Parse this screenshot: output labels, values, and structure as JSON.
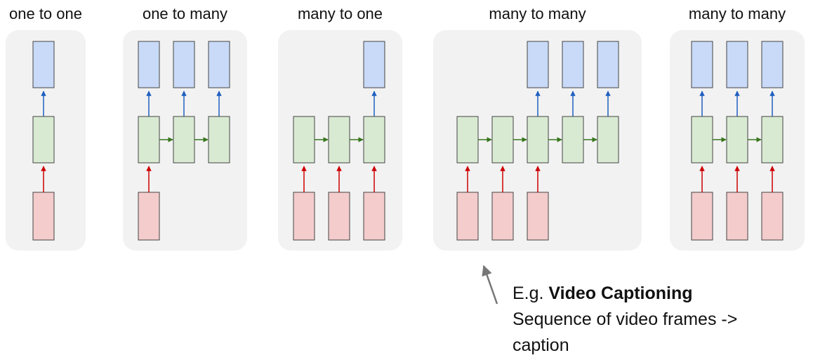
{
  "colors": {
    "panel_background": "#f2f2f2",
    "output_box_fill": "#c9daf8",
    "hidden_box_fill": "#d9ead3",
    "input_box_fill": "#f4cccc",
    "box_stroke": "#444444",
    "output_arrow": "#1f5fbf",
    "recurrent_arrow": "#38761d",
    "input_arrow": "#cc0000",
    "pointer_arrow": "#777777"
  },
  "panels": [
    {
      "title": "one to one",
      "columns": [
        {
          "input": true,
          "hidden": true,
          "output": true,
          "recurrent": false
        }
      ]
    },
    {
      "title": "one to many",
      "columns": [
        {
          "input": true,
          "hidden": true,
          "output": true,
          "recurrent": true
        },
        {
          "input": false,
          "hidden": true,
          "output": true,
          "recurrent": true
        },
        {
          "input": false,
          "hidden": true,
          "output": true,
          "recurrent": false
        }
      ]
    },
    {
      "title": "many to one",
      "columns": [
        {
          "input": true,
          "hidden": true,
          "output": false,
          "recurrent": true
        },
        {
          "input": true,
          "hidden": true,
          "output": false,
          "recurrent": true
        },
        {
          "input": true,
          "hidden": true,
          "output": true,
          "recurrent": false
        }
      ]
    },
    {
      "title": "many to many",
      "columns": [
        {
          "input": true,
          "hidden": true,
          "output": false,
          "recurrent": true
        },
        {
          "input": true,
          "hidden": true,
          "output": false,
          "recurrent": true
        },
        {
          "input": true,
          "hidden": true,
          "output": true,
          "recurrent": true
        },
        {
          "input": false,
          "hidden": true,
          "output": true,
          "recurrent": true
        },
        {
          "input": false,
          "hidden": true,
          "output": true,
          "recurrent": false
        }
      ]
    },
    {
      "title": "many to many",
      "columns": [
        {
          "input": true,
          "hidden": true,
          "output": true,
          "recurrent": true
        },
        {
          "input": true,
          "hidden": true,
          "output": true,
          "recurrent": true
        },
        {
          "input": true,
          "hidden": true,
          "output": true,
          "recurrent": false
        }
      ]
    }
  ],
  "annotation": {
    "prefix": "E.g. ",
    "emphasis": "Video Captioning",
    "line2": "Sequence of video frames ->",
    "line3": "caption"
  }
}
